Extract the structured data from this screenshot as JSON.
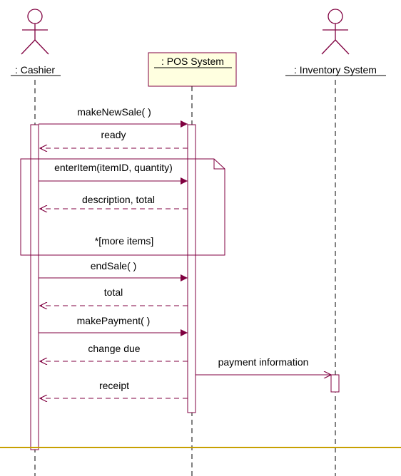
{
  "participants": {
    "cashier": ": Cashier",
    "pos": ": POS System",
    "inventory": ": Inventory System"
  },
  "messages": {
    "m1": "makeNewSale( )",
    "m2": "ready",
    "m3": "enterItem(itemID, quantity)",
    "m4": "description, total",
    "loop_guard": "*[more items]",
    "m5": "endSale( )",
    "m6": "total",
    "m7": "makePayment( )",
    "m8": "change due",
    "m9": "payment information",
    "m10": "receipt"
  },
  "colors": {
    "message_line": "#800040",
    "object_box_fill": "#ffffe0",
    "baseline": "#c8a000"
  }
}
